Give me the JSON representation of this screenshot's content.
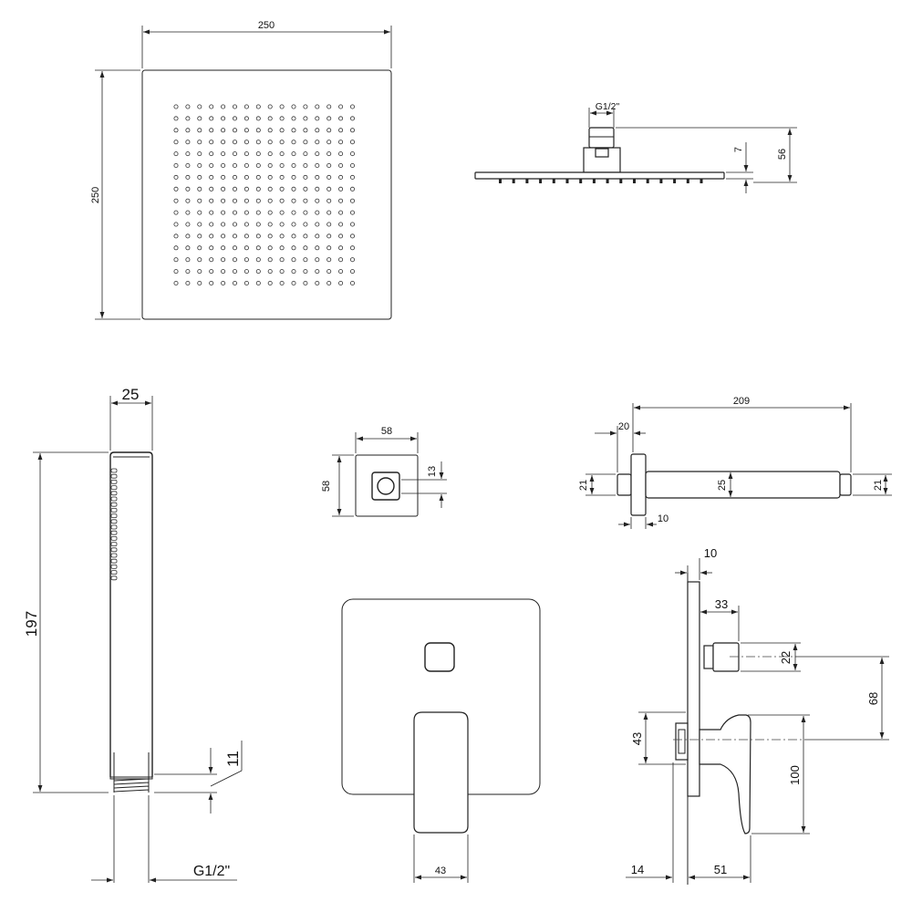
{
  "rain_shower_top": {
    "width": "250",
    "height": "250"
  },
  "rain_shower_side": {
    "thread": "G1/2\"",
    "plate_thickness": "7",
    "total_height": "56"
  },
  "hand_shower": {
    "diameter": "25",
    "length": "197",
    "thread_length": "11",
    "thread": "G1/2\""
  },
  "wall_outlet": {
    "width": "58",
    "height": "58",
    "hole": "13"
  },
  "shower_arm": {
    "length": "209",
    "flange_offset": "20",
    "end_left": "21",
    "tube": "25",
    "end_right": "21",
    "flange_thickness": "10"
  },
  "mixer_front": {
    "handle_width": "43"
  },
  "mixer_side": {
    "plate": "10",
    "outlet_depth": "33",
    "outlet_diameter": "22",
    "outlet_height": "68",
    "body_height": "43",
    "handle_height": "100",
    "wall_gap": "14",
    "handle_depth": "51"
  }
}
